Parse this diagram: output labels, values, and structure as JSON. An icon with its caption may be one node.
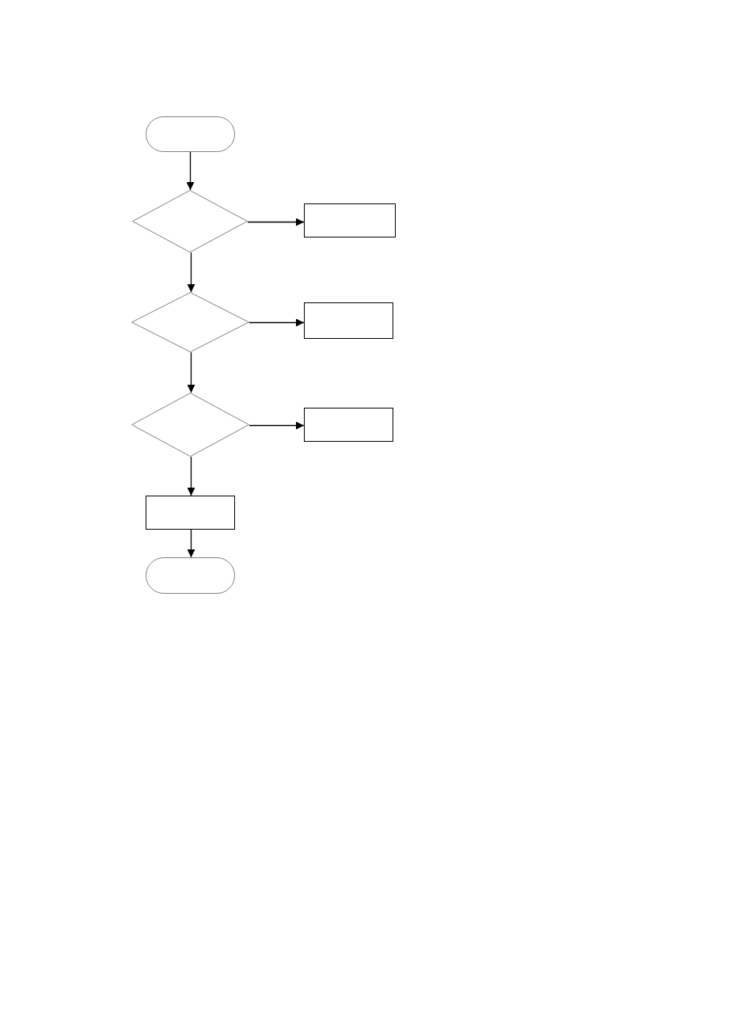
{
  "diagram": {
    "nodes": [
      {
        "text": [],
        "shape": "oval"
      },
      {
        "text": [],
        "shape": "diamond"
      },
      {
        "text": [],
        "shape": "box"
      },
      {
        "text": [],
        "shape": "diamond"
      },
      {
        "text": [],
        "shape": "box"
      },
      {
        "text": [],
        "shape": "diamond"
      },
      {
        "text": [],
        "shape": "box"
      },
      {
        "text": [],
        "shape": "box"
      },
      {
        "text": [],
        "shape": "oval"
      }
    ],
    "edges": [
      {
        "from": 0,
        "to": 1,
        "arrow": "to"
      },
      {
        "from": 1,
        "to": 2,
        "arrow": "to"
      },
      {
        "from": 1,
        "to": 3,
        "arrow": "to"
      },
      {
        "from": 3,
        "to": 4,
        "arrow": "to"
      },
      {
        "from": 3,
        "to": 5,
        "arrow": "to"
      },
      {
        "from": 5,
        "to": 6,
        "arrow": "to"
      },
      {
        "from": 5,
        "to": 7,
        "arrow": "to"
      },
      {
        "from": 7,
        "to": 8,
        "arrow": "to"
      }
    ]
  }
}
